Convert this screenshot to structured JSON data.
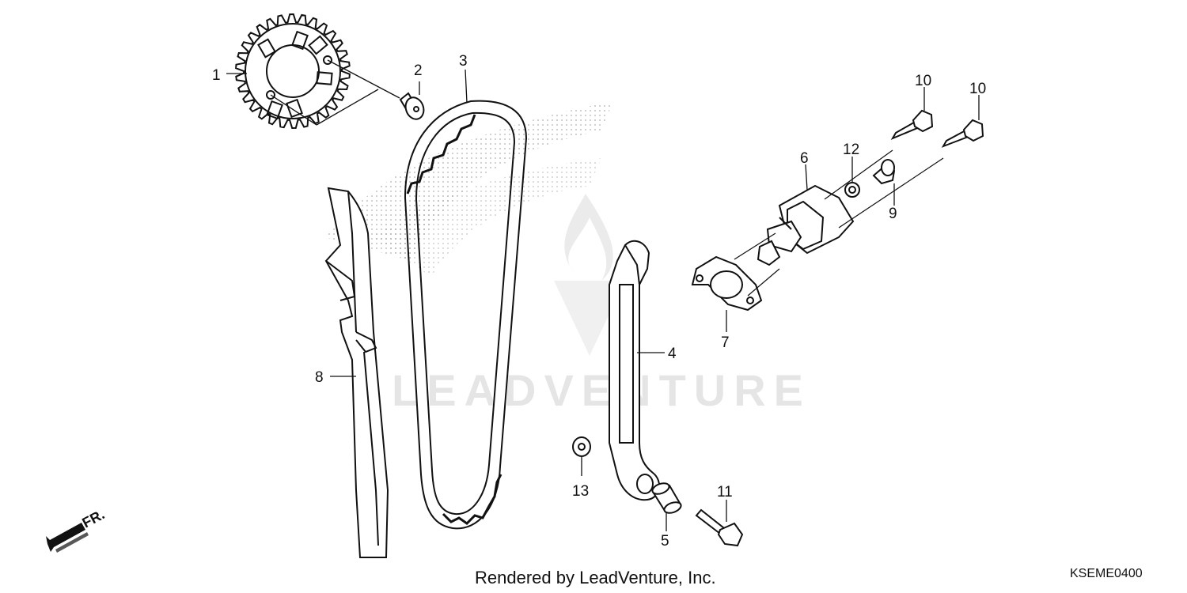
{
  "callouts": {
    "n1": "1",
    "n2": "2",
    "n3": "3",
    "n4": "4",
    "n5": "5",
    "n6": "6",
    "n7": "7",
    "n8": "8",
    "n9": "9",
    "n10a": "10",
    "n10b": "10",
    "n11": "11",
    "n12": "12",
    "n13": "13"
  },
  "front_indicator": "FR.",
  "watermark": "LEADVENTURE",
  "footer": {
    "credit": "Rendered by LeadVenture, Inc.",
    "code": "KSEME0400"
  },
  "colors": {
    "line": "#111111",
    "watermark": "#d9d9d9"
  },
  "icons": [
    "front-arrow-icon"
  ]
}
